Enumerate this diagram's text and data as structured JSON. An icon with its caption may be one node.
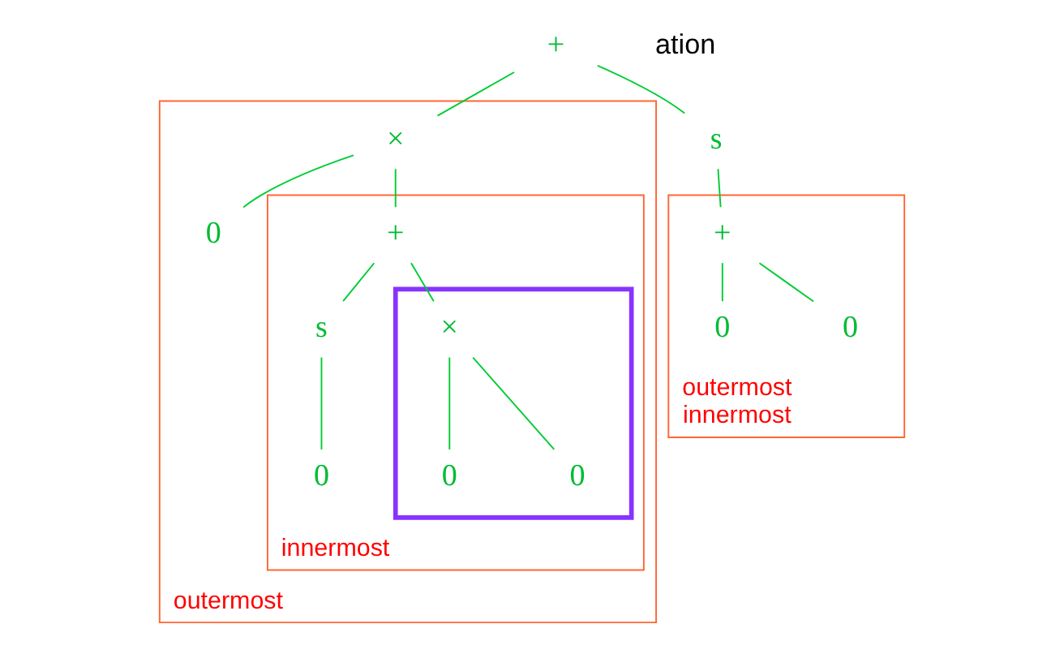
{
  "diagram": {
    "nodes": [
      {
        "text": [
          "+"
        ]
      },
      {
        "text": [],
        "shape": "box",
        "beside": [
          "outermost"
        ]
      },
      {
        "text": [
          "×"
        ],
        "in": 1
      },
      {
        "text": [
          "s"
        ]
      },
      {
        "text": [
          "0"
        ],
        "in": 1
      },
      {
        "text": [],
        "shape": "box",
        "in": 1,
        "beside": [
          "innermost"
        ]
      },
      {
        "text": [
          "+"
        ],
        "in": 5
      },
      {
        "text": [],
        "shape": "box",
        "beside": [
          "outermost",
          "innermost"
        ]
      },
      {
        "text": [
          "+"
        ],
        "in": 7
      },
      {
        "text": [
          "s"
        ],
        "in": 5
      },
      {
        "text": [],
        "shape": "box",
        "in": 5
      },
      {
        "text": [
          "×"
        ],
        "in": 10
      },
      {
        "text": [
          "0"
        ],
        "in": 7
      },
      {
        "text": [
          "0"
        ],
        "in": 7
      },
      {
        "text": [
          "0"
        ],
        "in": 5
      },
      {
        "text": [
          "0"
        ],
        "in": 10
      },
      {
        "text": [
          "0"
        ],
        "in": 10
      }
    ],
    "edges": [
      {
        "from": 0,
        "to": 2,
        "arrow": "none"
      },
      {
        "from": 0,
        "to": 3,
        "arrow": "none"
      },
      {
        "from": 2,
        "to": 4,
        "arrow": "none"
      },
      {
        "from": 2,
        "to": 6,
        "arrow": "none"
      },
      {
        "from": 3,
        "to": 8,
        "arrow": "none"
      },
      {
        "from": 6,
        "to": 9,
        "arrow": "none"
      },
      {
        "from": 6,
        "to": 11,
        "arrow": "none"
      },
      {
        "from": 8,
        "to": 12,
        "arrow": "none"
      },
      {
        "from": 8,
        "to": 13,
        "arrow": "none"
      },
      {
        "from": 9,
        "to": 14,
        "arrow": "none"
      },
      {
        "from": 11,
        "to": 15,
        "arrow": "none"
      },
      {
        "from": 11,
        "to": 16,
        "arrow": "none"
      }
    ],
    "labels": [
      "ation"
    ]
  }
}
